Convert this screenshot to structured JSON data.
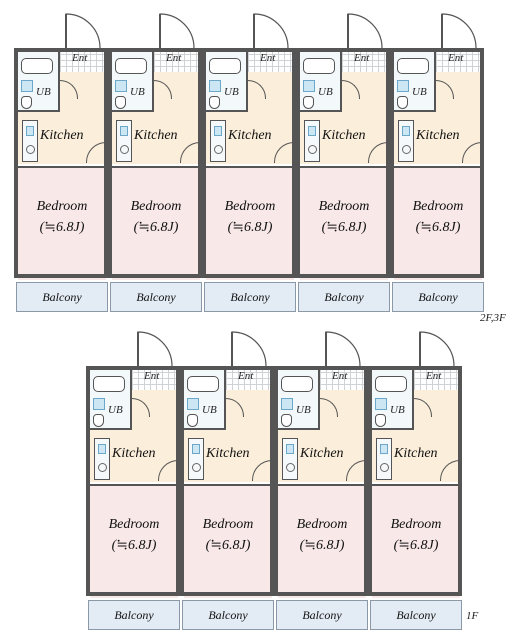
{
  "floor_upper": {
    "label": "2F,3F",
    "units": [
      {
        "ent": "Ent",
        "ub": "UB",
        "kitchen": "Kitchen",
        "bedroom": "Bedroom",
        "size": "(≒6.8J)",
        "balcony": "Balcony"
      },
      {
        "ent": "Ent",
        "ub": "UB",
        "kitchen": "Kitchen",
        "bedroom": "Bedroom",
        "size": "(≒6.8J)",
        "balcony": "Balcony"
      },
      {
        "ent": "Ent",
        "ub": "UB",
        "kitchen": "Kitchen",
        "bedroom": "Bedroom",
        "size": "(≒6.8J)",
        "balcony": "Balcony"
      },
      {
        "ent": "Ent",
        "ub": "UB",
        "kitchen": "Kitchen",
        "bedroom": "Bedroom",
        "size": "(≒6.8J)",
        "balcony": "Balcony"
      },
      {
        "ent": "Ent",
        "ub": "UB",
        "kitchen": "Kitchen",
        "bedroom": "Bedroom",
        "size": "(≒6.8J)",
        "balcony": "Balcony"
      }
    ]
  },
  "floor_ground": {
    "label": "1F",
    "units": [
      {
        "ent": "Ent",
        "ub": "UB",
        "kitchen": "Kitchen",
        "bedroom": "Bedroom",
        "size": "(≒6.8J)",
        "balcony": "Balcony"
      },
      {
        "ent": "Ent",
        "ub": "UB",
        "kitchen": "Kitchen",
        "bedroom": "Bedroom",
        "size": "(≒6.8J)",
        "balcony": "Balcony"
      },
      {
        "ent": "Ent",
        "ub": "UB",
        "kitchen": "Kitchen",
        "bedroom": "Bedroom",
        "size": "(≒6.8J)",
        "balcony": "Balcony"
      },
      {
        "ent": "Ent",
        "ub": "UB",
        "kitchen": "Kitchen",
        "bedroom": "Bedroom",
        "size": "(≒6.8J)",
        "balcony": "Balcony"
      }
    ]
  }
}
